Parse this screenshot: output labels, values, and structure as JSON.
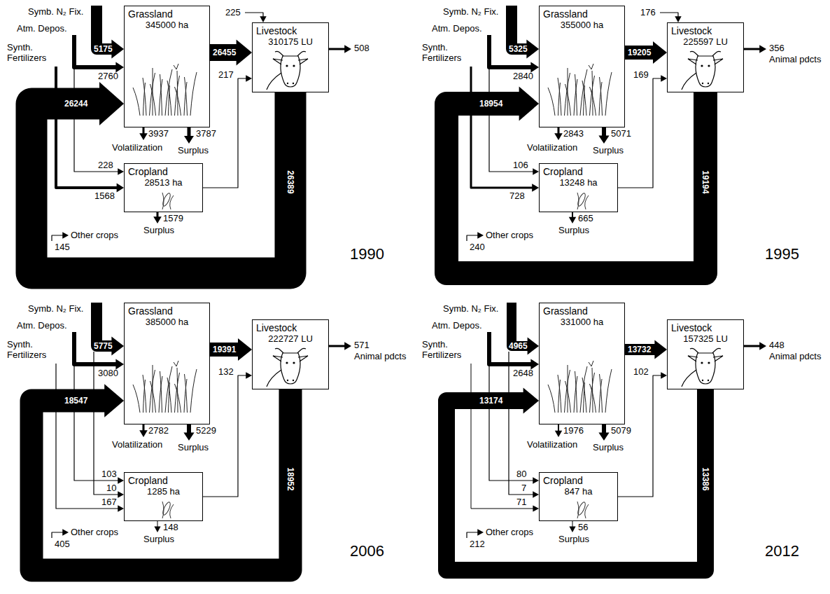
{
  "diagram": {
    "nodes": [
      {
        "text": [
          "Grassland",
          "345000 ha"
        ]
      },
      {
        "text": [
          "Livestock",
          "310175 LU"
        ]
      },
      {
        "text": [
          "Cropland",
          "28513 ha"
        ]
      },
      {
        "text": [
          "Grassland",
          "355000 ha"
        ]
      },
      {
        "text": [
          "Livestock",
          "225597 LU"
        ]
      },
      {
        "text": [
          "Cropland",
          "13248 ha"
        ]
      },
      {
        "text": [
          "Grassland",
          "385000 ha"
        ]
      },
      {
        "text": [
          "Livestock",
          "222727 LU"
        ]
      },
      {
        "text": [
          "Cropland",
          "1285 ha"
        ]
      },
      {
        "text": [
          "Grassland",
          "331000 ha"
        ]
      },
      {
        "text": [
          "Livestock",
          "157325 LU"
        ]
      },
      {
        "text": [
          "Cropland",
          "847 ha"
        ]
      }
    ],
    "edges": [
      {
        "from": 0,
        "to": 1,
        "arrow": "to",
        "label": "26455"
      },
      {
        "from": 2,
        "to": 1,
        "arrow": "to",
        "label": "217"
      },
      {
        "from": 1,
        "to": 0,
        "arrow": "to",
        "label": "26389"
      },
      {
        "from": 3,
        "to": 4,
        "arrow": "to",
        "label": "19205"
      },
      {
        "from": 5,
        "to": 4,
        "arrow": "to",
        "label": "169"
      },
      {
        "from": 4,
        "to": 3,
        "arrow": "to",
        "label": "19194"
      },
      {
        "from": 6,
        "to": 7,
        "arrow": "to",
        "label": "19391"
      },
      {
        "from": 8,
        "to": 7,
        "arrow": "to",
        "label": "132"
      },
      {
        "from": 7,
        "to": 6,
        "arrow": "to",
        "label": "18952"
      },
      {
        "from": 9,
        "to": 10,
        "arrow": "to",
        "label": "13732"
      },
      {
        "from": 11,
        "to": 10,
        "arrow": "to",
        "label": "102"
      },
      {
        "from": 10,
        "to": 9,
        "arrow": "to",
        "label": "13386"
      }
    ],
    "labels": [
      "Symb. N₂ Fix.",
      "Atm. Depos.",
      "Synth. Fertilizers",
      "5175",
      "2760",
      "26244",
      "225",
      "508",
      "3937",
      "3787",
      "Volatilization",
      "Surplus",
      "228",
      "1568",
      "145",
      "Other crops",
      "1579",
      "Surplus",
      "1990",
      "Symb. N₂ Fix.",
      "Atm. Depos.",
      "Synth. Fertilizers",
      "5325",
      "2840",
      "18954",
      "176",
      "356",
      "Animal pdcts",
      "2843",
      "5071",
      "Volatilization",
      "Surplus",
      "106",
      "728",
      "240",
      "Other crops",
      "665",
      "Surplus",
      "1995",
      "Symb. N₂ Fix.",
      "Atm. Depos.",
      "Synth. Fertilizers",
      "5775",
      "3080",
      "18547",
      "571",
      "Animal pdcts",
      "2782",
      "5229",
      "Volatilization",
      "Surplus",
      "103",
      "10",
      "167",
      "405",
      "Other crops",
      "148",
      "Surplus",
      "2006",
      "Symb. N₂ Fix.",
      "Atm. Depos.",
      "Synth. Fertilizers",
      "4965",
      "2648",
      "13174",
      "448",
      "Animal pdcts",
      "1976",
      "5079",
      "Volatilization",
      "Surplus",
      "80",
      "7",
      "71",
      "212",
      "Other crops",
      "56",
      "Surplus",
      "2012"
    ]
  }
}
